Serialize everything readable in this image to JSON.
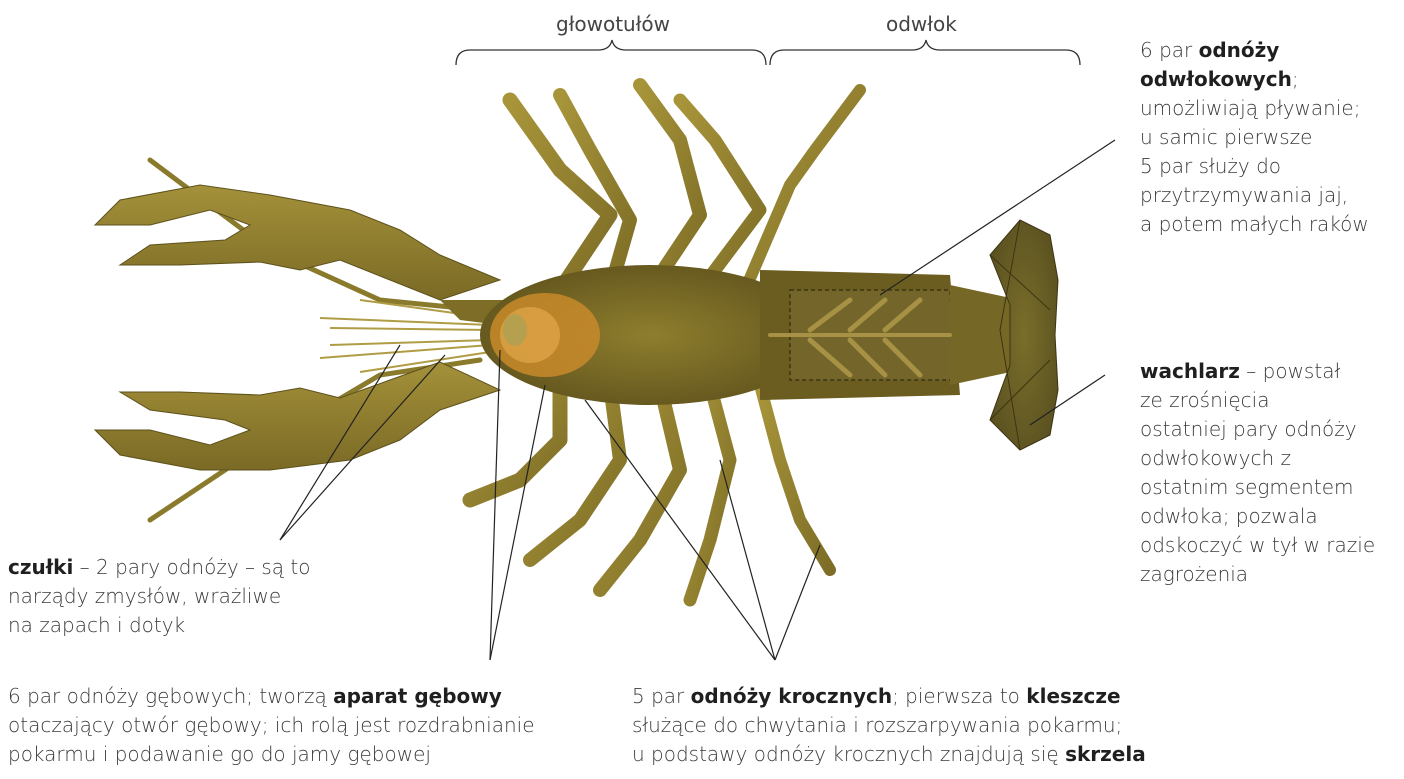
{
  "colors": {
    "body": "#8a7a2c",
    "body_dark": "#6b5c1f",
    "leg": "#9d8b33",
    "mouth": "#c98a2a",
    "tail": "#6d6326",
    "line": "#222222",
    "text": "#3a3a3a"
  },
  "headers": {
    "cephalothorax": "głowotułów",
    "abdomen": "odwłok"
  },
  "labels": {
    "pleopods": {
      "line1_pre": "6 par ",
      "line1_bold": "odnóży",
      "line2_bold": "odwłokowych",
      "line2_post": ";",
      "line3": "umożliwiają pływanie;",
      "line4": "u samic pierwsze",
      "line5": "5 par służy do",
      "line6": "przytrzymywania jaj,",
      "line7": "a potem małych raków"
    },
    "tailfan": {
      "line1_bold": "wachlarz",
      "line1_post": " – powstał",
      "line2": "ze zrośnięcia",
      "line3": "ostatniej pary odnóży",
      "line4": "odwłokowych z",
      "line5": "ostatnim segmentem",
      "line6": "odwłoka; pozwala",
      "line7": "odskoczyć w tył w razie",
      "line8": "zagrożenia"
    },
    "antennae": {
      "line1_bold": "czułki",
      "line1_post": " – 2 pary odnóży – są to",
      "line2": "narządy zmysłów, wrażliwe",
      "line3": "na zapach i dotyk"
    },
    "mouthparts": {
      "line1_pre": "6 par odnóży gębowych; tworzą ",
      "line1_bold": "aparat gębowy",
      "line2": "otaczający otwór gębowy; ich rolą jest rozdrabnianie",
      "line3": "pokarmu i podawanie go do jamy gębowej"
    },
    "walkinglegs": {
      "line1_pre": "5 par ",
      "line1_bold": "odnóży krocznych",
      "line1_mid": "; pierwsza to ",
      "line1_bold2": "kleszcze",
      "line2": "służące do chwytania i rozszarpywania pokarmu;",
      "line3_pre": "u podstawy odnóży krocznych znajdują się ",
      "line3_bold": "skrzela"
    }
  }
}
